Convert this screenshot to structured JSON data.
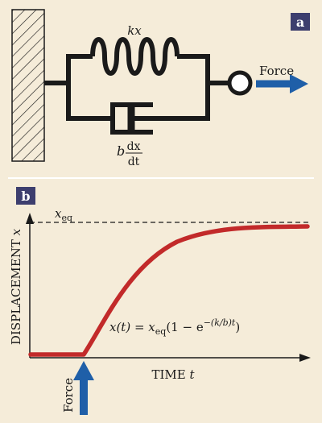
{
  "panel_a": {
    "badge": "a",
    "spring_label": "kx",
    "damper_prefix": "b",
    "damper_numerator": "dx",
    "damper_denominator": "dt",
    "force_label": "Force"
  },
  "panel_b": {
    "badge": "b",
    "y_label_text": "DISPLACEMENT",
    "y_label_var": "x",
    "x_label_text": "TIME",
    "x_label_var": "t",
    "xeq_main": "x",
    "xeq_sub": "eq",
    "force_label": "Force",
    "eq": {
      "lhs": "x(t) = x",
      "sub": "eq",
      "rest": "(1 − e",
      "sup": "−(k/b)t",
      "close": ")"
    }
  },
  "colors": {
    "background": "#f5ecd9",
    "ink": "#1a1a1a",
    "badge": "#3d3e6e",
    "force_arrow": "#1f5fa8",
    "curve": "#c22a2a",
    "divider": "#ffffff"
  }
}
